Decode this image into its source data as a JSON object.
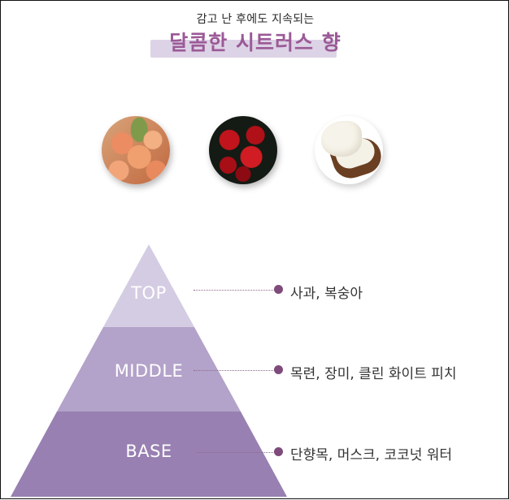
{
  "header": {
    "subtitle": "감고 난 후에도 지속되는",
    "title": "달콤한 시트러스 향",
    "title_color": "#9b5a97",
    "highlight_color": "#ddd3e6"
  },
  "images": [
    {
      "name": "peach",
      "alt": "복숭아"
    },
    {
      "name": "rose",
      "alt": "장미"
    },
    {
      "name": "coconut",
      "alt": "코코넛 워터"
    }
  ],
  "pyramid": {
    "layers": [
      {
        "label": "TOP",
        "notes": "사과, 복숭아",
        "color": "#d4cce3"
      },
      {
        "label": "MIDDLE",
        "notes": "목련, 장미, 클린 화이트 피치",
        "color": "#b3a2c9"
      },
      {
        "label": "BASE",
        "notes": "단향목, 머스크, 코코넛 워터",
        "color": "#9880b2"
      }
    ],
    "dot_color": "#7e4b7b"
  }
}
